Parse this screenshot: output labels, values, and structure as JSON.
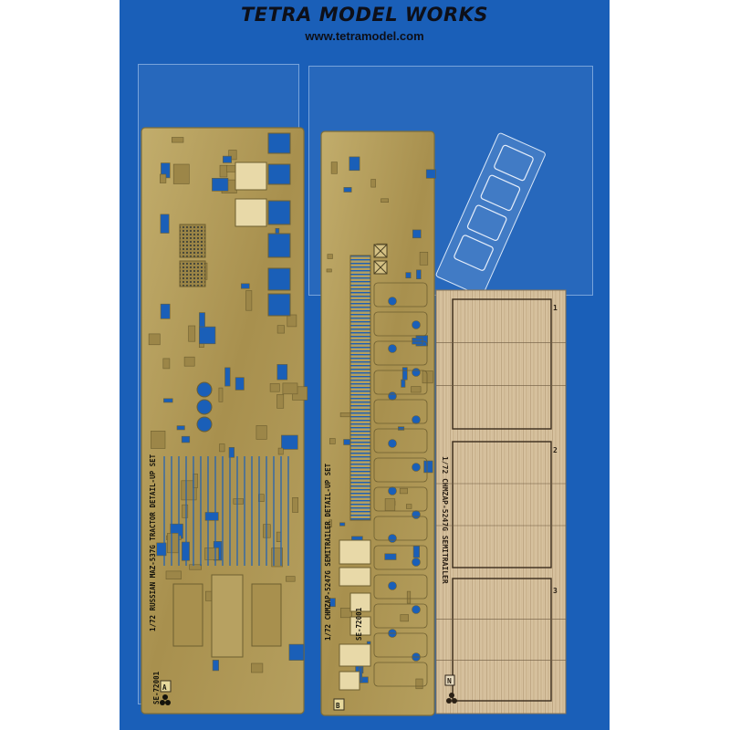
{
  "header": {
    "brand_name": "TETRA MODEL WORKS",
    "website": "www.tetramodel.com"
  },
  "fret_a": {
    "label": "1/72 RUSSIAN MAZ-537G TRACTOR DETAIL-UP SET",
    "code": "SE-72001",
    "letter": "A"
  },
  "fret_b": {
    "label": "1/72 CHMZAP-5247G SEMITRAILER DETAIL-UP SET",
    "code": "SE-72001",
    "letter": "B"
  },
  "wood_deck": {
    "label": "1/72 CHMZAP-5247G SEMITRAILER",
    "letter": "N",
    "section_numbers": [
      "1",
      "2",
      "3"
    ]
  },
  "colors": {
    "backing": "#1a5fb8",
    "brass": "#b59f5e",
    "brass_dark": "#7f6e39",
    "wood": "#d8c3a0",
    "ink": "#0d0f18"
  }
}
